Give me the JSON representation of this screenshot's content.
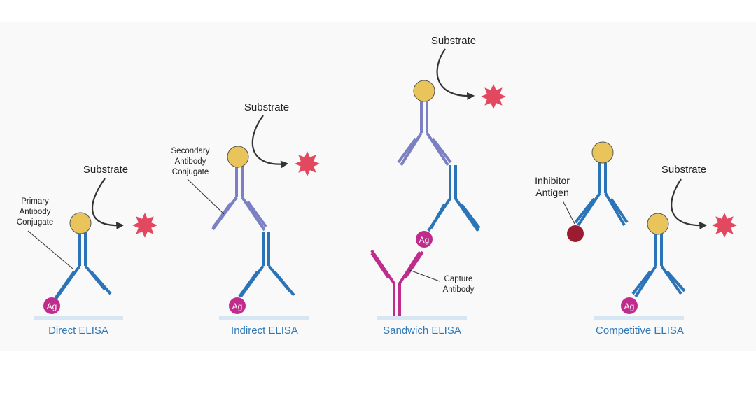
{
  "labels": {
    "substrate": "Substrate",
    "antigen": "Ag",
    "primary": [
      "Primary",
      "Antibody",
      "Conjugate"
    ],
    "secondary": [
      "Secondary",
      "Antibody",
      "Conjugate"
    ],
    "capture": [
      "Capture",
      "Antibody"
    ],
    "inhibitor": [
      "Inhibitor",
      "Antigen"
    ]
  },
  "captions": {
    "direct": "Direct ELISA",
    "indirect": "Indirect ELISA",
    "sandwich": "Sandwich ELISA",
    "competitive": "Competitive ELISA"
  },
  "colors": {
    "primary_antibody": "#2b74b7",
    "secondary_antibody": "#7b80c2",
    "capture_antibody": "#c02c8c",
    "antigen": "#c02c8c",
    "inhibitor_antigen": "#9b1b30",
    "enzyme": "#e8c45a",
    "substrate_burst": "#e2485f",
    "plate": "#d6e6f3",
    "caption": "#2f79b8"
  },
  "icons": {
    "enzyme": "circle",
    "product": "starburst",
    "arrow": "curved-arrow"
  }
}
